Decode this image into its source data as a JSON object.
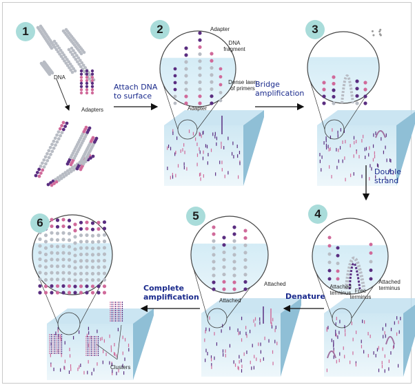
{
  "steps": {
    "s1": {
      "number": "1",
      "dna_label": "DNA",
      "adapters_label": "Adapters"
    },
    "s2": {
      "number": "2",
      "adapter_top": "Adapter",
      "dna_fragment": "DNA fragment",
      "dense_lawn": "Dense lawn of primers",
      "adapter_bottom": "Adapter"
    },
    "s3": {
      "number": "3"
    },
    "s4": {
      "number": "4",
      "attached_left": "Attached terminus",
      "free_terminus": "Free terminus",
      "attached_right": "Attached terminus"
    },
    "s5": {
      "number": "5",
      "attached_left": "Attached",
      "attached_right": "Attached"
    },
    "s6": {
      "number": "6",
      "clusters": "Clusters"
    }
  },
  "transitions": {
    "t12": "Attach DNA to surface",
    "t23": "Bridge amplification",
    "t34": "Double strand",
    "t45": "Denature",
    "t56": "Complete amplification"
  },
  "colors": {
    "accent_text": "#1a2a8c",
    "badge": "#a9dcda",
    "surface": "#b9dced",
    "strand_gray": "#b8bcc4",
    "strand_purple": "#5a2d80",
    "strand_pink": "#d06a9a"
  }
}
